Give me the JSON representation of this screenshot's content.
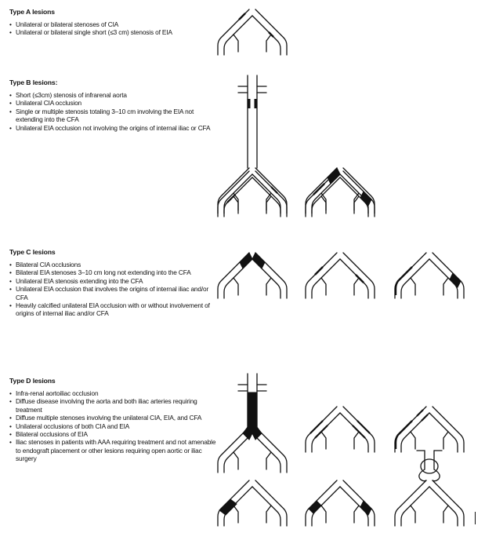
{
  "sections": [
    {
      "title": "Type A lesions",
      "bullets": [
        "Unilateral or bilateral stenoses of CIA",
        "Unilateral or bilateral single short (≤3 cm) stenosis of EIA"
      ]
    },
    {
      "title": "Type B lesions:",
      "bullets": [
        "Short (≤3cm) stenosis of infrarenal aorta",
        "Unilateral CIA occlusion",
        "Single or multiple stenosis totaling 3–10 cm involving the EIA not extending into the CFA",
        "Unilateral EIA occlusion not involving the origins of internal iliac or CFA"
      ]
    },
    {
      "title": "Type C lesions",
      "bullets": [
        "Bilateral CIA occlusions",
        "Bilateral EIA stenoses 3–10 cm long not extending into the CFA",
        "Unilateral EIA stenosis extending into the CFA",
        "Unilateral EIA occlusion that involves the origins of internal iliac and/or CFA",
        "Heavily calcified unilateral EIA occlusion with or without involvement of origins of internal iliac and/or CFA"
      ]
    },
    {
      "title": "Type D lesions",
      "bullets": [
        "Infra-renal aortoiliac occlusion",
        "Diffuse disease involving the aorta and both iliac arteries requiring treatment",
        "Diffuse multiple stenoses involving the unilateral CIA, EIA, and CFA",
        "Unilateral occlusions of both CIA and EIA",
        "Bilateral occlusions of EIA",
        "Iliac stenoses in patients with AAA requiring treatment and not amenable to endograft placement or other lesions requiring open aortic or iliac surgery"
      ]
    }
  ],
  "diagrams": {
    "a1": {
      "aorta": false,
      "aneurysm": false,
      "lesions": [
        "R-CIA-ST-OUT",
        "L-EIA-ST-IN"
      ]
    },
    "b1": {
      "aorta": true,
      "aneurysm": false,
      "lesions": [
        "AORTA-ST-SHORT"
      ]
    },
    "b2": {
      "aorta": false,
      "aneurysm": false,
      "lesions": [
        "R-CIA-OCC"
      ]
    },
    "b3": {
      "aorta": false,
      "aneurysm": false,
      "lesions": [
        "R-EIA-ST-IN-LONG",
        "L-EIA-ST-OUT-MID"
      ]
    },
    "b4": {
      "aorta": false,
      "aneurysm": false,
      "lesions": [
        "R-EIA-ST-OUT-LONG",
        "L-EIA-OCC-MID"
      ]
    },
    "c1": {
      "aorta": false,
      "aneurysm": false,
      "lesions": [
        "R-CIA-OCC",
        "L-CIA-OCC"
      ]
    },
    "c2": {
      "aorta": false,
      "aneurysm": false,
      "lesions": [
        "R-EIA-ST-OUT-MID",
        "L-EIA-ST-IN-MID"
      ]
    },
    "c3": {
      "aorta": false,
      "aneurysm": false,
      "lesions": [
        "R-EIA-ST-OUT-FULL",
        "L-EIA-OCC-MID"
      ]
    },
    "d1": {
      "aorta": true,
      "aneurysm": false,
      "lesions": [
        "AORTA-OCC"
      ]
    },
    "d2": {
      "aorta": false,
      "aneurysm": false,
      "lesions": [
        "R-EIA-ST-BOTH",
        "L-EIA-ST-BOTH"
      ]
    },
    "d3": {
      "aorta": false,
      "aneurysm": false,
      "lesions": [
        "R-CIA-ST-BOTH",
        "R-EIA-ST-OUT-FULL"
      ]
    },
    "d4": {
      "aorta": false,
      "aneurysm": false,
      "lesions": [
        "R-EIA-OCC-LOW"
      ]
    },
    "d5": {
      "aorta": false,
      "aneurysm": false,
      "lesions": [
        "R-EIA-OCC-MID",
        "L-EIA-OCC-MID"
      ]
    },
    "d6": {
      "aorta": true,
      "aneurysm": true,
      "lesions": []
    }
  }
}
